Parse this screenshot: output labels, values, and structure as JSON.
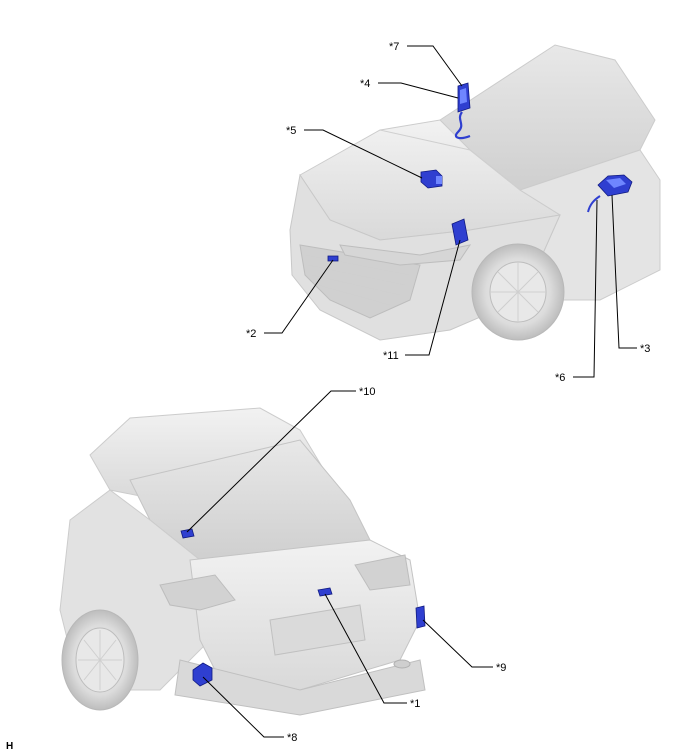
{
  "callouts": {
    "c1": "*1",
    "c2": "*2",
    "c3": "*3",
    "c4": "*4",
    "c5": "*5",
    "c6": "*6",
    "c7": "*7",
    "c8": "*8",
    "c9": "*9",
    "c10": "*10",
    "c11": "*11"
  },
  "figure_code": "H",
  "colors": {
    "part": "#2f3fd0",
    "car_body": "#e6e6e6",
    "car_shade": "#d2d2d2"
  }
}
